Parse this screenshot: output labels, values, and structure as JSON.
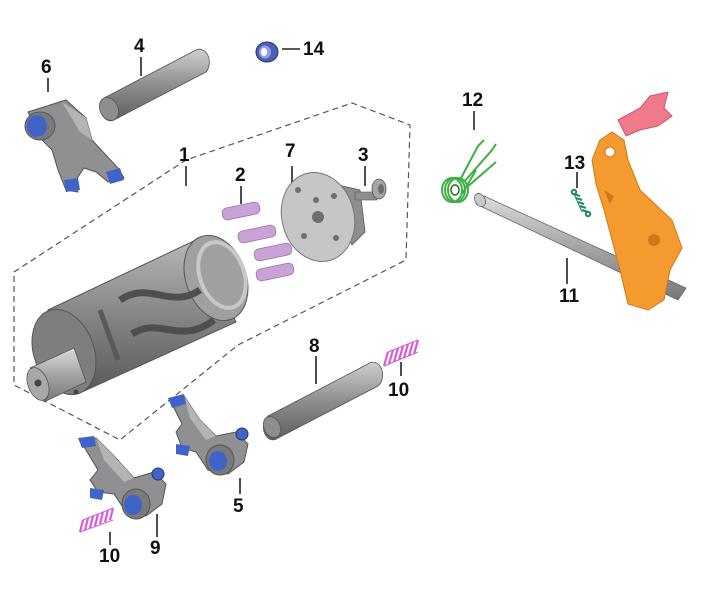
{
  "callouts": {
    "c1": "1",
    "c2": "2",
    "c3": "3",
    "c4": "4",
    "c5": "5",
    "c6": "6",
    "c7": "7",
    "c8": "8",
    "c9": "9",
    "c10a": "10",
    "c10b": "10",
    "c11": "11",
    "c12": "12",
    "c13": "13",
    "c14": "14"
  },
  "colors": {
    "metal_dark": "#6e6e70",
    "metal_mid": "#9a9a9c",
    "metal_light": "#c8c8ca",
    "bushing_blue": "#3f63c8",
    "pin_purple": "#c9a2d6",
    "spring_magenta": "#d85ad8",
    "spring_green": "#3cb043",
    "lever_orange": "#f59a2e",
    "lever_pink": "#f07a8c"
  }
}
